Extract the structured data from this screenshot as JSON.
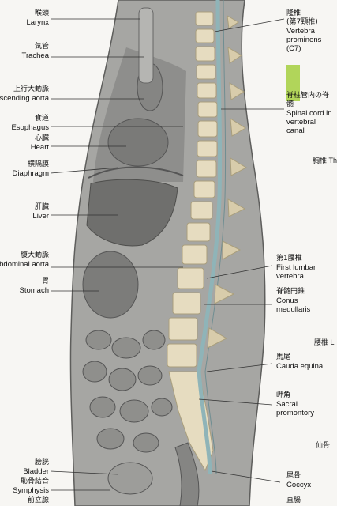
{
  "colors": {
    "background": "#f7f6f3",
    "tissue": "#9c9c9a",
    "organ": "#7b7b79",
    "bone": "#e6dcc0",
    "spinal_cord": "#8fb4b8",
    "highlight": "#a5cf3e"
  },
  "labels_left": [
    {
      "ja": "喉頭",
      "en": "Larynx"
    },
    {
      "ja": "気管",
      "en": "Trachea"
    },
    {
      "ja": "上行大動脈",
      "en": "Ascending aorta"
    },
    {
      "ja": "食道",
      "en": "Esophagus"
    },
    {
      "ja": "心臓",
      "en": "Heart"
    },
    {
      "ja": "横隔膜",
      "en": "Diaphragm"
    },
    {
      "ja": "肝臓",
      "en": "Liver"
    },
    {
      "ja": "腹大動脈",
      "en": "Abdominal aorta"
    },
    {
      "ja": "胃",
      "en": "Stomach"
    },
    {
      "ja": "膀胱",
      "en": "Bladder"
    },
    {
      "ja": "恥骨結合",
      "en": "Symphysis"
    },
    {
      "ja": "前立腺",
      "en": ""
    }
  ],
  "labels_right": [
    {
      "ja": "隆椎\n(第7頸椎)",
      "en": "Vertebra prominens (C7)"
    },
    {
      "ja": "脊柱管内の脊髄",
      "en": "Spinal cord in vertebral canal"
    },
    {
      "ja": "第1腰椎",
      "en": "First lumbar vertebra"
    },
    {
      "ja": "脊髄円錐",
      "en": "Conus medullaris"
    },
    {
      "ja": "馬尾",
      "en": "Cauda equina"
    },
    {
      "ja": "岬角",
      "en": "Sacral promontory"
    },
    {
      "ja": "尾骨",
      "en": "Coccyx"
    },
    {
      "ja": "直腸",
      "en": ""
    }
  ],
  "regions": {
    "thoracic": "胸椎 Th",
    "lumbar": "腰椎 L",
    "sacral": "仙骨"
  }
}
